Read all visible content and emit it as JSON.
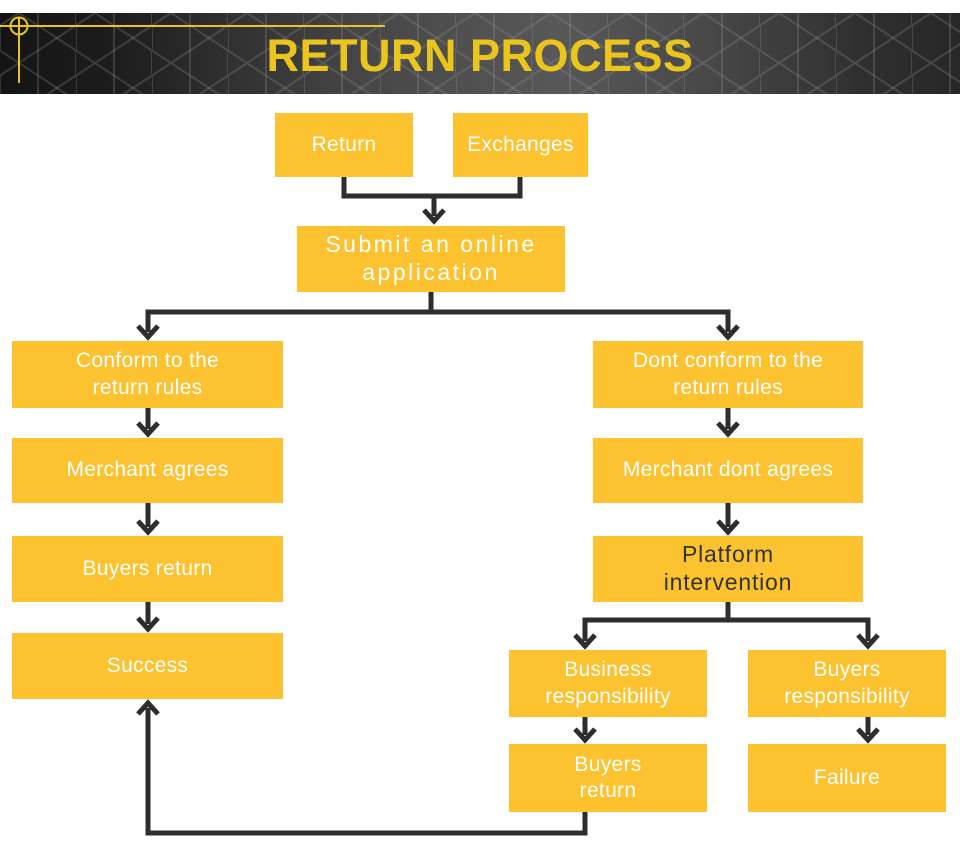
{
  "header": {
    "title": "RETURN PROCESS",
    "title_color": "#EAC51E",
    "accent_line_color": "#E8C522",
    "banner_pattern": "hex-mesh",
    "banner_dark": "#1A1A1A",
    "banner_light": "#585858"
  },
  "colors": {
    "node_fill": "#FCC230",
    "node_text": "#FFFFFF",
    "node_text_dark": "#333333",
    "connector": "#2D2D2D",
    "page_background": "#FFFFFF"
  },
  "nodes": {
    "return": {
      "label": "Return"
    },
    "exchanges": {
      "label": "Exchanges"
    },
    "submit": {
      "label": "Submit an online\napplication"
    },
    "conform": {
      "label": "Conform to the\nreturn rules"
    },
    "merchant_agrees": {
      "label": "Merchant agrees"
    },
    "buyers_return": {
      "label": "Buyers return"
    },
    "success": {
      "label": "Success"
    },
    "dont_conform": {
      "label": "Dont conform to the\nreturn rules"
    },
    "merchant_dont_agree": {
      "label": "Merchant dont agrees"
    },
    "platform": {
      "label": "Platform\nintervention"
    },
    "business_resp": {
      "label": "Business\nresponsibility"
    },
    "buyers_resp": {
      "label": "Buyers\nresponsibility"
    },
    "buyers_return_2": {
      "label": "Buyers\nreturn"
    },
    "failure": {
      "label": "Failure"
    }
  },
  "edges": [
    {
      "from": "Return",
      "to": "Submit an online application"
    },
    {
      "from": "Exchanges",
      "to": "Submit an online application"
    },
    {
      "from": "Submit an online application",
      "to": "Conform to the return rules"
    },
    {
      "from": "Submit an online application",
      "to": "Dont conform to the return rules"
    },
    {
      "from": "Conform to the return rules",
      "to": "Merchant agrees"
    },
    {
      "from": "Merchant agrees",
      "to": "Buyers return"
    },
    {
      "from": "Buyers return",
      "to": "Success"
    },
    {
      "from": "Dont conform to the return rules",
      "to": "Merchant dont agrees"
    },
    {
      "from": "Merchant dont agrees",
      "to": "Platform intervention"
    },
    {
      "from": "Platform intervention",
      "to": "Business responsibility"
    },
    {
      "from": "Platform intervention",
      "to": "Buyers responsibility"
    },
    {
      "from": "Business responsibility",
      "to": "Buyers return"
    },
    {
      "from": "Buyers responsibility",
      "to": "Failure"
    },
    {
      "from": "Buyers return (right)",
      "to": "Success"
    }
  ]
}
